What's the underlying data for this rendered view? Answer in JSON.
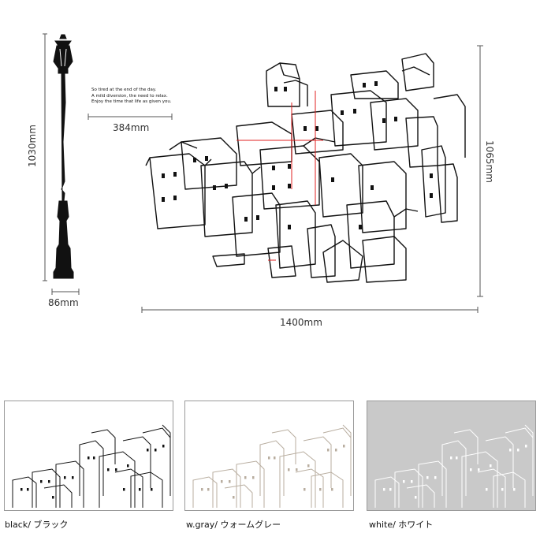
{
  "tagline": {
    "line1": "So tired at the end of the day.",
    "line2": "A mild diversion, the need to relax.",
    "line3": "Enjoy the time that life as given you."
  },
  "dimensions": {
    "lamp_height": "1030mm",
    "lamp_width": "86mm",
    "text_width": "384mm",
    "town_width": "1400mm",
    "town_height": "1065mm"
  },
  "variants": [
    {
      "label": "black/ ブラック",
      "color": "#111111",
      "background": "#ffffff"
    },
    {
      "label": "w.gray/ ウォームグレー",
      "color": "#b8ad9f",
      "background": "#ffffff"
    },
    {
      "label": "white/ ホワイト",
      "color": "#ffffff",
      "background": "#c9c9c9"
    }
  ]
}
